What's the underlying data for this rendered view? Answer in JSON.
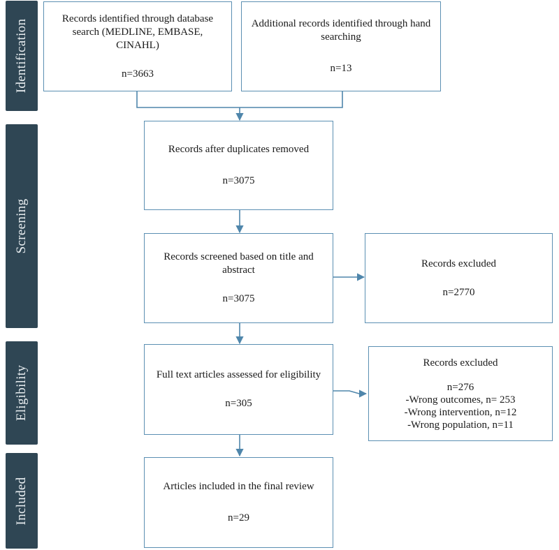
{
  "phases": {
    "identification": "Identification",
    "screening": "Screening",
    "eligibility": "Eligibility",
    "included": "Included"
  },
  "boxes": {
    "database": {
      "text": "Records identified through database search (MEDLINE, EMBASE, CINAHL)",
      "count": "n=3663"
    },
    "hand": {
      "text": "Additional records identified through hand searching",
      "count": "n=13"
    },
    "duplicates": {
      "text": "Records after duplicates removed",
      "count": "n=3075"
    },
    "screened": {
      "text": "Records screened based on title and abstract",
      "count": "n=3075"
    },
    "excluded1": {
      "text": "Records excluded",
      "count": "n=2770"
    },
    "fulltext": {
      "text": "Full text articles assessed for eligibility",
      "count": "n=305"
    },
    "excluded2": {
      "text": "Records excluded",
      "count": "n=276",
      "reasons": [
        "-Wrong outcomes, n= 253",
        "-Wrong intervention, n=12",
        "-Wrong population, n=11"
      ]
    },
    "included": {
      "text": "Articles included in the final review",
      "count": "n=29"
    }
  },
  "colors": {
    "phase_bg": "#2f4654",
    "phase_text": "#e9eef1",
    "box_border": "#5b8fb2",
    "arrow": "#4f86ab"
  }
}
